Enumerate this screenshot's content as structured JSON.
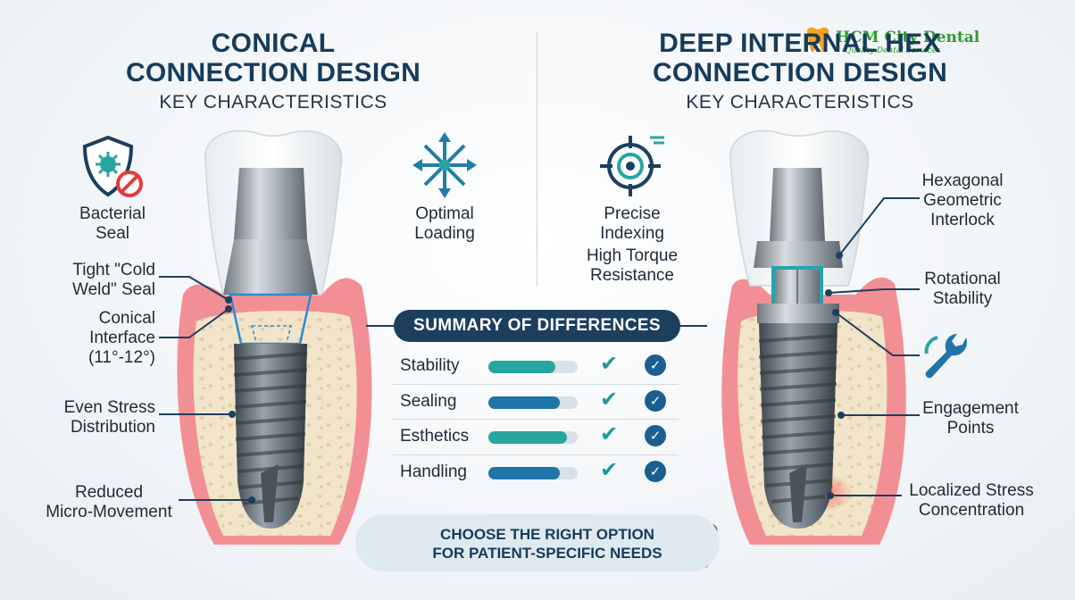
{
  "logo": {
    "name": "HCM City Dental",
    "tagline": "Quality Dental Services"
  },
  "left": {
    "title_line1": "CONICAL",
    "title_line2": "CONNECTION DESIGN",
    "subtitle": "KEY CHARACTERISTICS",
    "labels": {
      "bacterial_seal": [
        "Bacterial",
        "Seal"
      ],
      "optimal_loading": [
        "Optimal",
        "Loading"
      ],
      "cold_weld": [
        "Tight \"Cold",
        "Weld\" Seal"
      ],
      "conical_interface": [
        "Conical",
        "Interface",
        "(11°-12°)"
      ],
      "even_stress": [
        "Even Stress",
        "Distribution"
      ],
      "micro_movement": [
        "Reduced",
        "Micro-Movement"
      ]
    }
  },
  "right": {
    "title_line1": "DEEP INTERNAL HEX",
    "title_line2": "CONNECTION DESIGN",
    "subtitle": "KEY CHARACTERISTICS",
    "labels": {
      "precise_indexing": [
        "Precise",
        "Indexing"
      ],
      "high_torque": [
        "High Torque",
        "Resistance"
      ],
      "hexagonal": [
        "Hexagonal",
        "Geometric",
        "Interlock"
      ],
      "rotational": [
        "Rotational",
        "Stability"
      ],
      "engagement": [
        "Engagement",
        "Points"
      ],
      "localized_stress": [
        "Localized Stress",
        "Concentration"
      ]
    }
  },
  "summary": {
    "title": "SUMMARY OF DIFFERENCES",
    "rows": [
      {
        "label": "Stability",
        "value": 0.75,
        "color": "#27a6a0"
      },
      {
        "label": "Sealing",
        "value": 0.8,
        "color": "#1f74a8"
      },
      {
        "label": "Esthetics",
        "value": 0.88,
        "color": "#27a6a0"
      },
      {
        "label": "Handling",
        "value": 0.8,
        "color": "#1f74a8"
      }
    ]
  },
  "cta": {
    "line1": "CHOOSE THE RIGHT OPTION",
    "line2": "FOR PATIENT-SPECIFIC NEEDS"
  },
  "colors": {
    "navy": "#173b5a",
    "teal": "#27a6a0",
    "blue": "#1f74a8",
    "gum": "#f07f86",
    "bone": "#efe1c6",
    "metal": "#9aa3ab"
  },
  "icons": {
    "bacterial_seal": "shield-bacteria-icon",
    "optimal_loading": "arrows-expand-icon",
    "precise_indexing": "target-crosshair-icon",
    "rotational_stability": "wrench-icon",
    "smile": "smile-icon",
    "tooth": "tooth-icon"
  }
}
